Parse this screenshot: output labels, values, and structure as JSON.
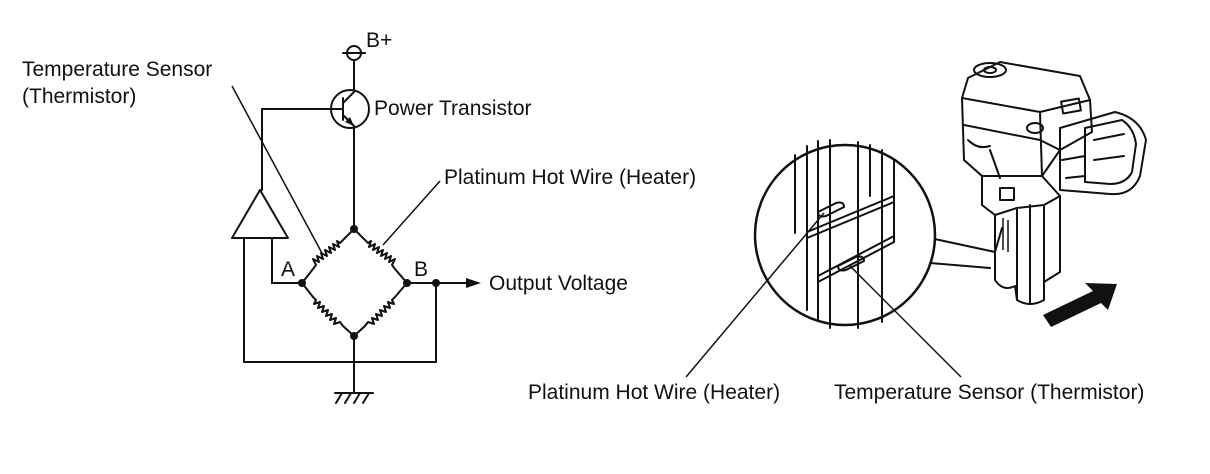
{
  "labels": {
    "temp_sensor_line1": "Temperature Sensor",
    "temp_sensor_line2": "(Thermistor)",
    "b_plus": "B+",
    "power_transistor": "Power Transistor",
    "hot_wire_top": "Platinum Hot Wire (Heater)",
    "node_a": "A",
    "node_b": "B",
    "output_voltage": "Output Voltage",
    "hot_wire_bottom": "Platinum Hot Wire (Heater)",
    "temp_sensor_bottom": "Temperature Sensor (Thermistor)"
  }
}
